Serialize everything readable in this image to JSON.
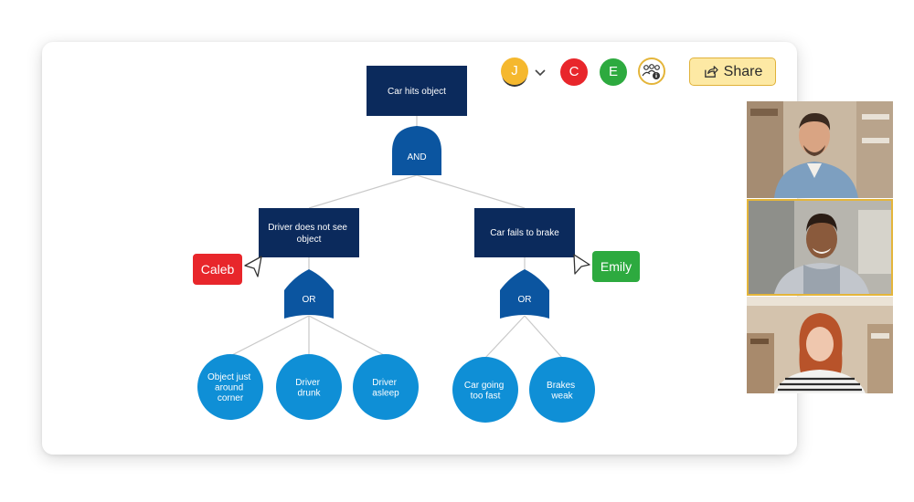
{
  "diagram": {
    "top_event": "Car hits object",
    "top_gate": "AND",
    "left_event": {
      "line1": "Driver does not see",
      "line2": "object"
    },
    "right_event": "Car fails to brake",
    "left_gate": "OR",
    "right_gate": "OR",
    "basic_events": [
      {
        "lines": [
          "Object just",
          "around",
          "corner"
        ]
      },
      {
        "lines": [
          "Driver",
          "drunk"
        ]
      },
      {
        "lines": [
          "Driver",
          "asleep"
        ]
      },
      {
        "lines": [
          "Car going",
          "too fast"
        ]
      },
      {
        "lines": [
          "Brakes",
          "weak"
        ]
      }
    ]
  },
  "toolbar": {
    "avatars": [
      {
        "initial": "J",
        "color": "#f5b82e"
      },
      {
        "initial": "C",
        "color": "#e8262b"
      },
      {
        "initial": "E",
        "color": "#2daa3f"
      }
    ],
    "share_label": "Share"
  },
  "cursors": [
    {
      "name": "Caleb",
      "color": "#e8262b"
    },
    {
      "name": "Emily",
      "color": "#2daa3f"
    }
  ],
  "colors": {
    "event_box": "#0b2a5c",
    "gate": "#0b55a0",
    "basic_event": "#0f8fd6",
    "connector": "#c9c9c9",
    "accent": "#e4b53a"
  },
  "icons": [
    "chevron-down-icon",
    "collaborators-icon",
    "share-icon",
    "cursor-arrow-icon"
  ]
}
